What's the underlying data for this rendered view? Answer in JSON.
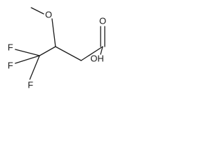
{
  "molecule": {
    "atoms": {
      "o_methoxy": "O",
      "o_carbonyl": "O",
      "o_hydroxyl": "OH",
      "f_top_left": "F",
      "f_mid_left": "F",
      "f_bottom": "F"
    },
    "colors": {
      "ink": "#1a1a1a",
      "background": "#ffffff"
    }
  }
}
